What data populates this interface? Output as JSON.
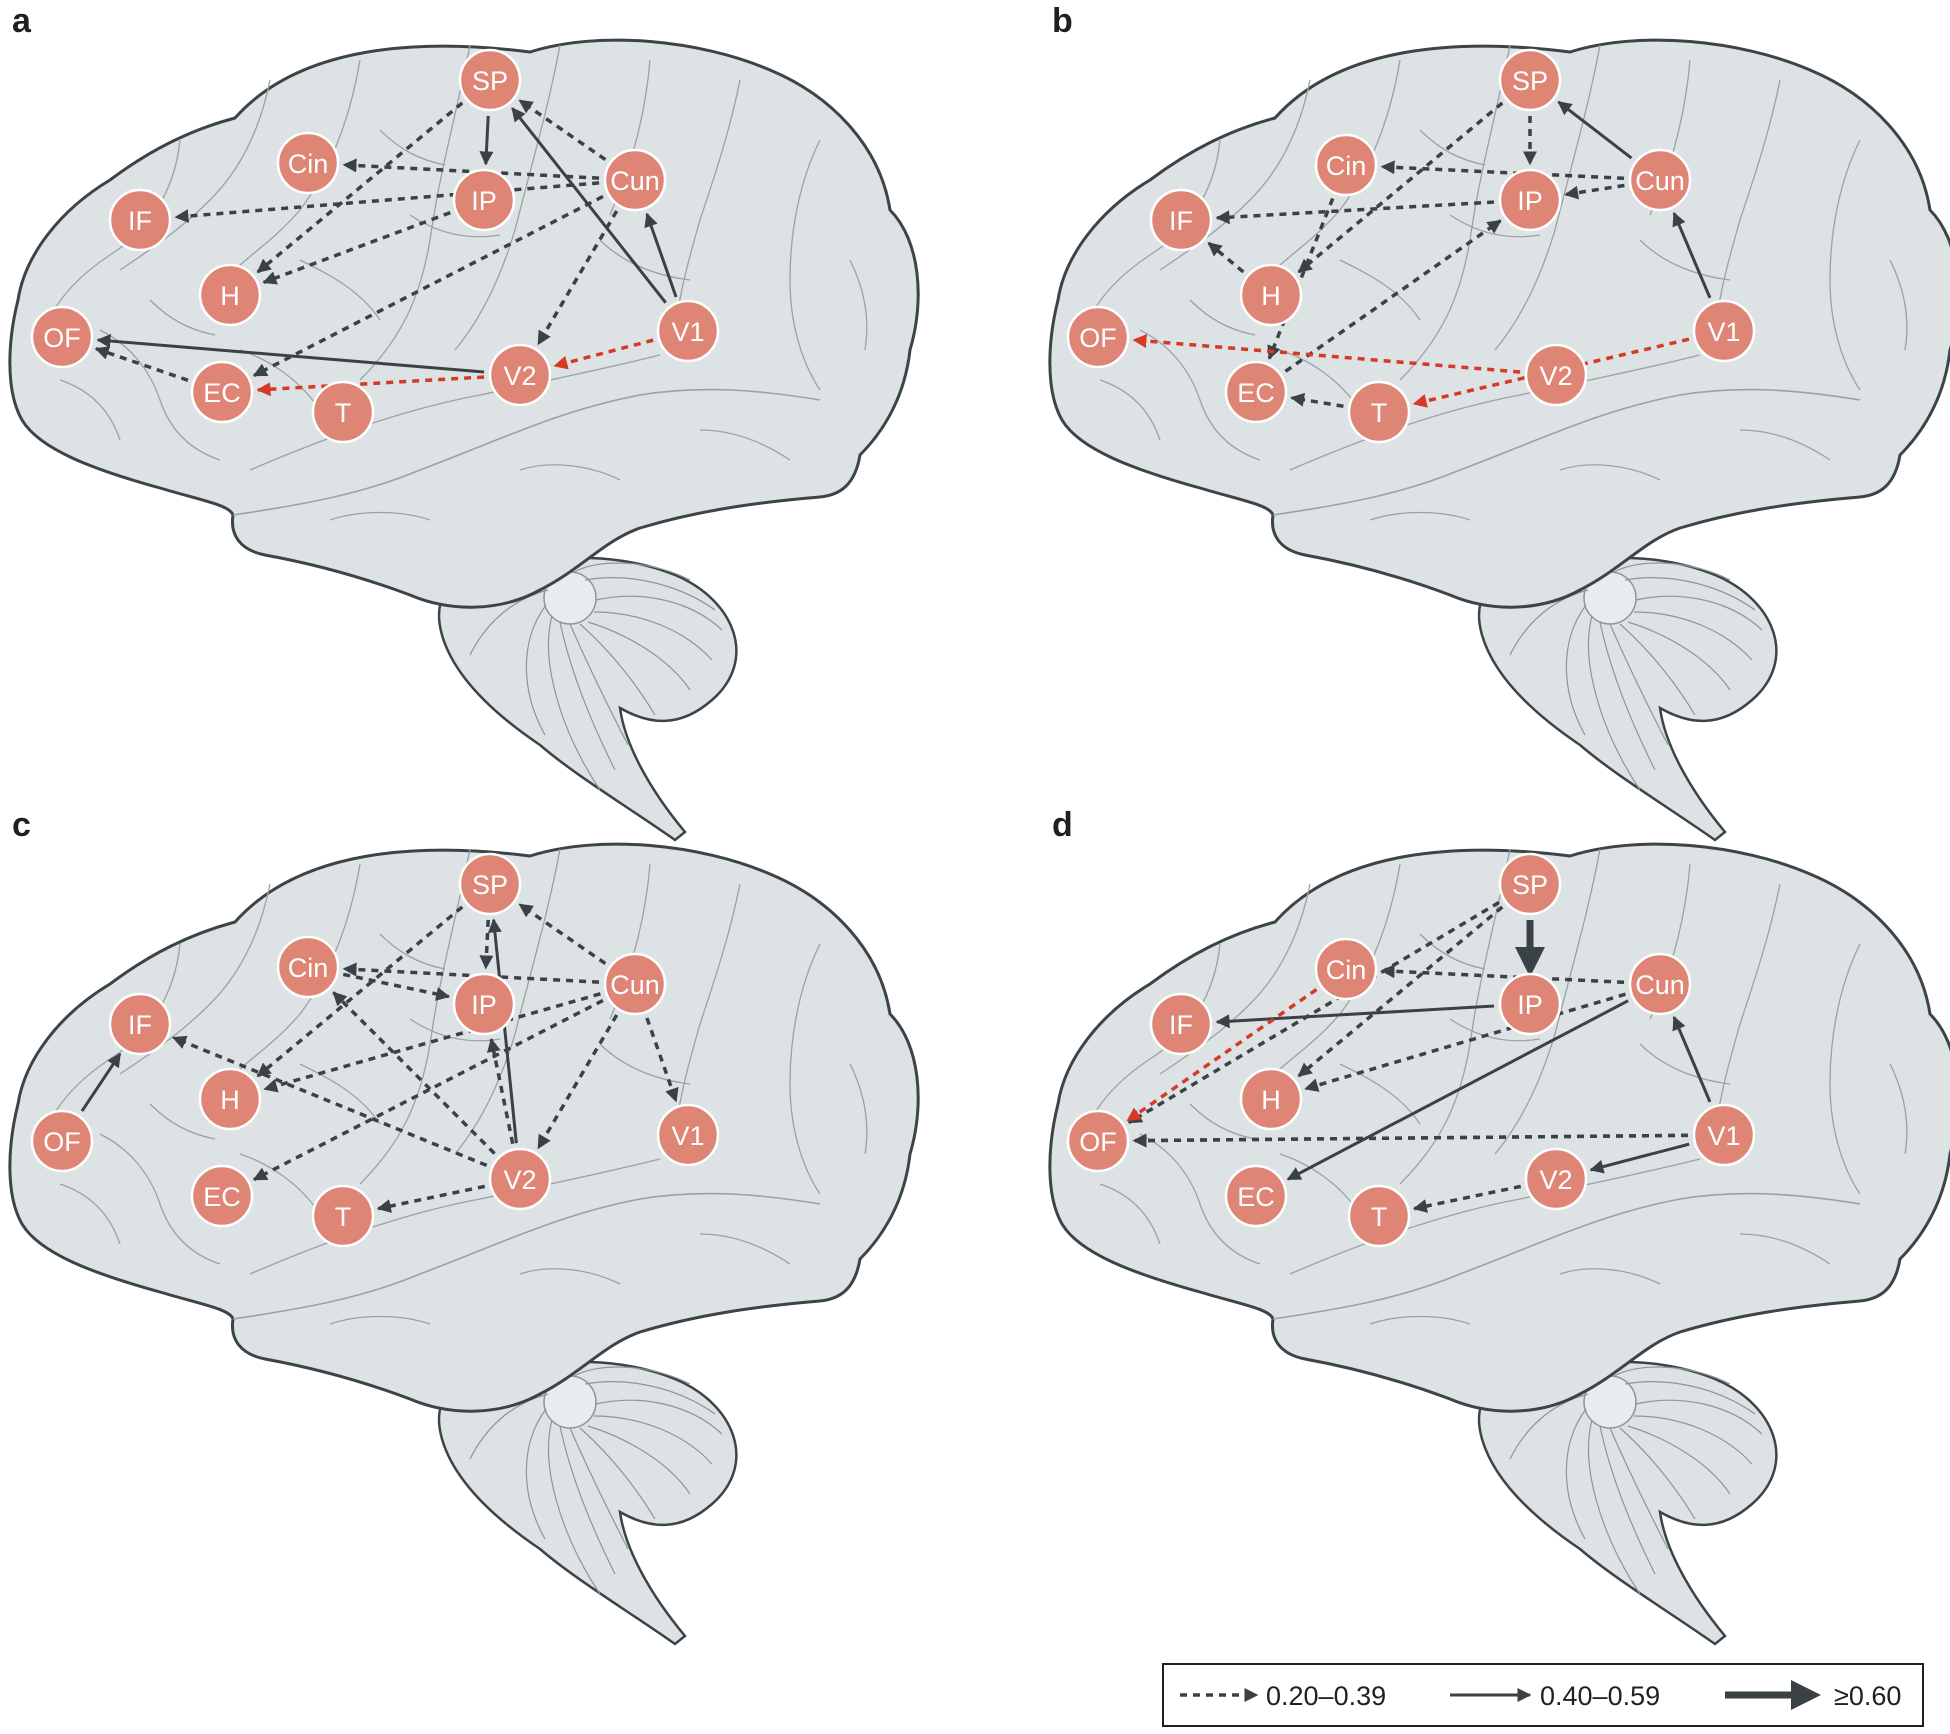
{
  "colors": {
    "node_fill": "#de8575",
    "node_stroke": "#ffffff",
    "arrow_default": "#3b4245",
    "arrow_highlight": "#d43a24",
    "brain_fill": "#dde3e5",
    "brain_stroke": "#3c4447"
  },
  "node_names": [
    "SP",
    "Cin",
    "Cun",
    "IP",
    "IF",
    "H",
    "V1",
    "OF",
    "V2",
    "EC",
    "T"
  ],
  "panels": [
    {
      "label": "a",
      "connections": [
        {
          "from": "SP",
          "to": "IP",
          "strength": "0.40-0.59",
          "color": "default"
        },
        {
          "from": "SP",
          "to": "H",
          "strength": "0.20-0.39",
          "color": "default"
        },
        {
          "from": "Cun",
          "to": "SP",
          "strength": "0.20-0.39",
          "color": "default"
        },
        {
          "from": "Cun",
          "to": "Cin",
          "strength": "0.20-0.39",
          "color": "default"
        },
        {
          "from": "Cun",
          "to": "IF",
          "strength": "0.20-0.39",
          "color": "default"
        },
        {
          "from": "Cun",
          "to": "V2",
          "strength": "0.20-0.39",
          "color": "default"
        },
        {
          "from": "Cun",
          "to": "EC",
          "strength": "0.20-0.39",
          "color": "default"
        },
        {
          "from": "IP",
          "to": "H",
          "strength": "0.20-0.39",
          "color": "default"
        },
        {
          "from": "V1",
          "to": "SP",
          "strength": "0.40-0.59",
          "color": "default"
        },
        {
          "from": "V1",
          "to": "Cun",
          "strength": "0.40-0.59",
          "color": "default"
        },
        {
          "from": "V1",
          "to": "V2",
          "strength": "0.20-0.39",
          "color": "highlight"
        },
        {
          "from": "V2",
          "to": "OF",
          "strength": "0.40-0.59",
          "color": "default"
        },
        {
          "from": "V2",
          "to": "EC",
          "strength": "0.20-0.39",
          "color": "highlight"
        },
        {
          "from": "EC",
          "to": "OF",
          "strength": "0.20-0.39",
          "color": "default"
        }
      ]
    },
    {
      "label": "b",
      "connections": [
        {
          "from": "SP",
          "to": "IP",
          "strength": "0.20-0.39",
          "color": "default"
        },
        {
          "from": "SP",
          "to": "H",
          "strength": "0.20-0.39",
          "color": "default"
        },
        {
          "from": "Cun",
          "to": "SP",
          "strength": "0.40-0.59",
          "color": "default"
        },
        {
          "from": "Cun",
          "to": "Cin",
          "strength": "0.20-0.39",
          "color": "default"
        },
        {
          "from": "Cun",
          "to": "IP",
          "strength": "0.20-0.39",
          "color": "default"
        },
        {
          "from": "IP",
          "to": "IF",
          "strength": "0.20-0.39",
          "color": "default"
        },
        {
          "from": "H",
          "to": "IF",
          "strength": "0.20-0.39",
          "color": "default"
        },
        {
          "from": "Cin",
          "to": "EC",
          "strength": "0.20-0.39",
          "color": "default"
        },
        {
          "from": "EC",
          "to": "IP",
          "strength": "0.20-0.39",
          "color": "default"
        },
        {
          "from": "V1",
          "to": "Cun",
          "strength": "0.40-0.59",
          "color": "default"
        },
        {
          "from": "V1",
          "to": "T",
          "strength": "0.20-0.39",
          "color": "highlight"
        },
        {
          "from": "V2",
          "to": "OF",
          "strength": "0.20-0.39",
          "color": "highlight"
        },
        {
          "from": "T",
          "to": "EC",
          "strength": "0.20-0.39",
          "color": "default"
        }
      ]
    },
    {
      "label": "c",
      "connections": [
        {
          "from": "SP",
          "to": "IP",
          "strength": "0.20-0.39",
          "color": "default"
        },
        {
          "from": "SP",
          "to": "H",
          "strength": "0.20-0.39",
          "color": "default"
        },
        {
          "from": "Cun",
          "to": "SP",
          "strength": "0.20-0.39",
          "color": "default"
        },
        {
          "from": "Cun",
          "to": "Cin",
          "strength": "0.20-0.39",
          "color": "default"
        },
        {
          "from": "Cin",
          "to": "IP",
          "strength": "0.20-0.39",
          "color": "default"
        },
        {
          "from": "Cun",
          "to": "H",
          "strength": "0.20-0.39",
          "color": "default"
        },
        {
          "from": "Cun",
          "to": "EC",
          "strength": "0.20-0.39",
          "color": "default"
        },
        {
          "from": "Cun",
          "to": "V2",
          "strength": "0.20-0.39",
          "color": "default"
        },
        {
          "from": "Cun",
          "to": "V1",
          "strength": "0.20-0.39",
          "color": "default"
        },
        {
          "from": "V2",
          "to": "SP",
          "strength": "0.40-0.59",
          "color": "default"
        },
        {
          "from": "V2",
          "to": "IP",
          "strength": "0.20-0.39",
          "color": "default"
        },
        {
          "from": "V2",
          "to": "Cin",
          "strength": "0.20-0.39",
          "color": "default"
        },
        {
          "from": "V2",
          "to": "IF",
          "strength": "0.20-0.39",
          "color": "default"
        },
        {
          "from": "V2",
          "to": "T",
          "strength": "0.20-0.39",
          "color": "default"
        },
        {
          "from": "OF",
          "to": "IF",
          "strength": "0.40-0.59",
          "color": "default"
        }
      ]
    },
    {
      "label": "d",
      "connections": [
        {
          "from": "SP",
          "to": "IP",
          "strength": ">=0.60",
          "color": "default"
        },
        {
          "from": "SP",
          "to": "OF",
          "strength": "0.20-0.39",
          "color": "default"
        },
        {
          "from": "SP",
          "to": "H",
          "strength": "0.20-0.39",
          "color": "default"
        },
        {
          "from": "Cun",
          "to": "Cin",
          "strength": "0.20-0.39",
          "color": "default"
        },
        {
          "from": "Cun",
          "to": "H",
          "strength": "0.20-0.39",
          "color": "default"
        },
        {
          "from": "Cun",
          "to": "EC",
          "strength": "0.40-0.59",
          "color": "default"
        },
        {
          "from": "IP",
          "to": "IF",
          "strength": "0.40-0.59",
          "color": "default"
        },
        {
          "from": "Cin",
          "to": "OF",
          "strength": "0.20-0.39",
          "color": "highlight"
        },
        {
          "from": "V1",
          "to": "Cun",
          "strength": "0.40-0.59",
          "color": "default"
        },
        {
          "from": "V1",
          "to": "OF",
          "strength": "0.20-0.39",
          "color": "highlight"
        },
        {
          "from": "V1",
          "to": "V2",
          "strength": "0.40-0.59",
          "color": "default"
        },
        {
          "from": "V1",
          "to": "OF",
          "strength": "0.20-0.39",
          "color": "default"
        },
        {
          "from": "V2",
          "to": "T",
          "strength": "0.20-0.39",
          "color": "default"
        }
      ]
    }
  ],
  "legend": {
    "items": [
      {
        "style": "dashed",
        "label": "0.20–0.39"
      },
      {
        "style": "solid",
        "label": "0.40–0.59"
      },
      {
        "style": "thick",
        "label": "≥0.60"
      }
    ]
  }
}
